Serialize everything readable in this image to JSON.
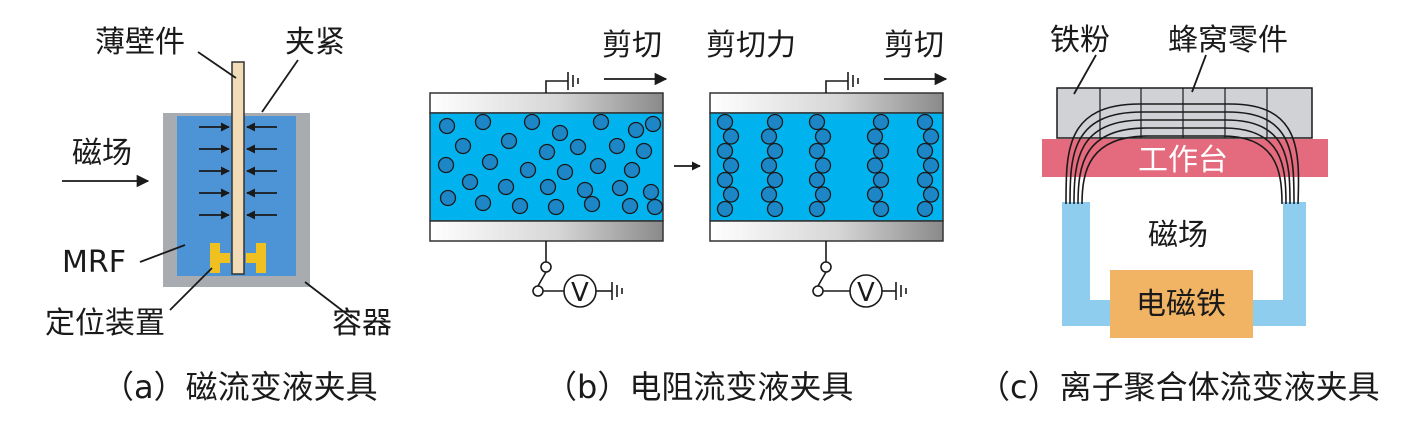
{
  "panel_a": {
    "label_thin_wall": "薄壁件",
    "label_clamp": "夹紧",
    "label_field": "磁场",
    "label_mrf": "MRF",
    "label_positioner": "定位装置",
    "label_container": "容器",
    "caption": "（a）磁流变液夹具",
    "colors": {
      "fluid": "#4d94d6",
      "container": "#a8abb0",
      "workpiece": "#f2dcb8",
      "positioner": "#f0c020"
    }
  },
  "panel_b": {
    "label_shear_left": "剪切",
    "label_shear_force": "剪切力",
    "label_shear_right": "剪切",
    "voltmeter_left": "V",
    "voltmeter_right": "V",
    "caption": "（b）电阻流变液夹具",
    "colors": {
      "fluid": "#00b3ee",
      "particle": "#1d86c6",
      "plate": "#9a9a9a"
    }
  },
  "panel_c": {
    "label_iron_powder": "铁粉",
    "label_honeycomb": "蜂窝零件",
    "label_worktable": "工作台",
    "label_field": "磁场",
    "label_electromagnet": "电磁铁",
    "caption": "（c）离子聚合体流变液夹具",
    "colors": {
      "part": "#d0d2d6",
      "table": "#e46a7e",
      "yoke": "#8fcdef",
      "magnet": "#f0b464"
    }
  }
}
